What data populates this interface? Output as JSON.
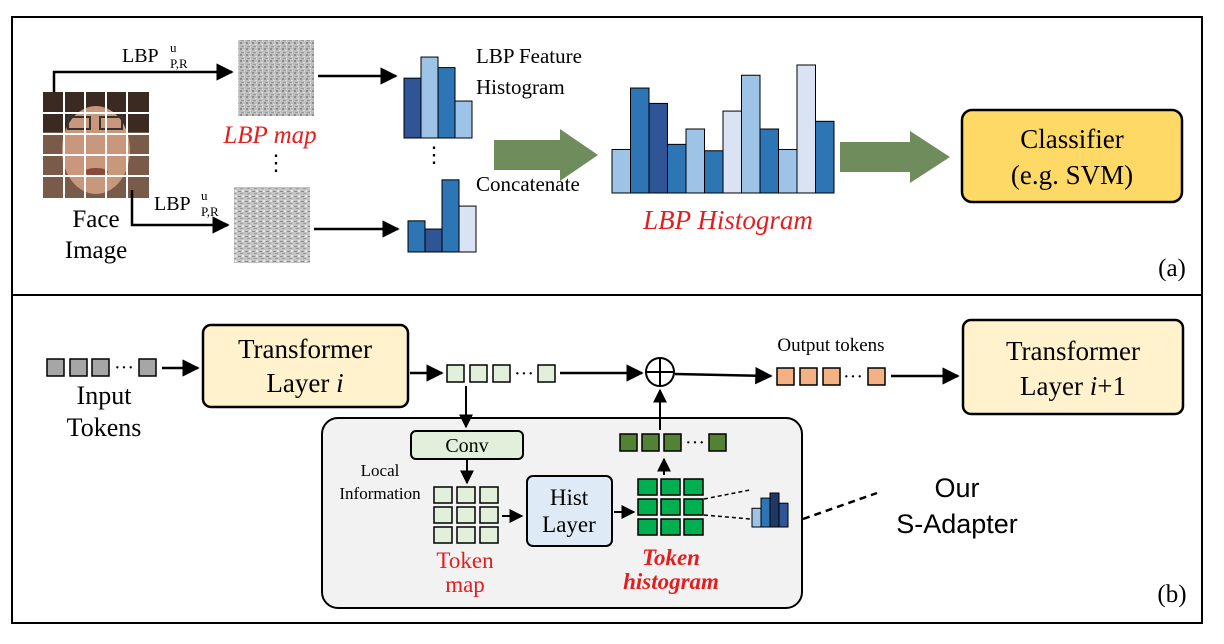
{
  "panel_a": {
    "lbp_label_top": "LBP",
    "lbp_label_top_sup": "u",
    "lbp_label_top_sub": "P,R",
    "lbp_label_bottom": "LBP",
    "lbp_label_bottom_sup": "u",
    "lbp_label_bottom_sub": "P,R",
    "lbp_map": "LBP map",
    "vdots": "⋮",
    "feature_hist_line1": "LBP Feature",
    "feature_hist_line2": "Histogram",
    "face_line1": "Face",
    "face_line2": "Image",
    "concatenate": "Concatenate",
    "lbp_histogram": "LBP Histogram",
    "classifier_line1": "Classifier",
    "classifier_line2": "(e.g. SVM)",
    "tag": "(a)",
    "small_hist_top": [
      0.68,
      0.92,
      0.8,
      0.42
    ],
    "small_hist_bottom": [
      0.38,
      0.28,
      0.88,
      0.56
    ],
    "big_hist": [
      0.34,
      0.82,
      0.7,
      0.38,
      0.5,
      0.33,
      0.64,
      0.92,
      0.5,
      0.34,
      1.0,
      0.56
    ],
    "colors": {
      "dark_blue": "#2f5597",
      "mid_blue": "#2e75b6",
      "light_blue": "#9dc3e6",
      "pale_blue": "#dae3f3",
      "arrow_green": "#6f8c5d",
      "classifier_fill": "#ffd966",
      "red_text": "#e41e1e"
    }
  },
  "panel_b": {
    "input_line1": "Input",
    "input_line2": "Tokens",
    "transformer1_line1": "Transformer",
    "transformer1_line2": "Layer ",
    "transformer1_var": "i",
    "transformer2_line1": "Transformer",
    "transformer2_line2": "Layer ",
    "transformer2_var": "i",
    "transformer2_suffix": "+1",
    "output_tokens": "Output tokens",
    "conv": "Conv",
    "local_line1": "Local",
    "local_line2": "Information",
    "hist_line1": "Hist",
    "hist_line2": "Layer",
    "token_map_line1": "Token",
    "token_map_line2": "map",
    "token_hist_line1": "Token",
    "token_hist_line2": "histogram",
    "our_line1": "Our",
    "our_line2": "S-Adapter",
    "ellipsis": "···",
    "plus": "+",
    "tag": "(b)",
    "mini_hist": [
      0.55,
      0.85,
      1.0,
      0.7
    ],
    "colors": {
      "token_gray": "#a6a6a6",
      "token_green_light": "#e2efda",
      "token_green_dark": "#548235",
      "token_green_bright": "#00b050",
      "token_orange": "#f4b183",
      "transformer_fill": "#fff2cc",
      "adapter_fill": "#f2f2f2",
      "hist_fill": "#deebf7"
    }
  }
}
